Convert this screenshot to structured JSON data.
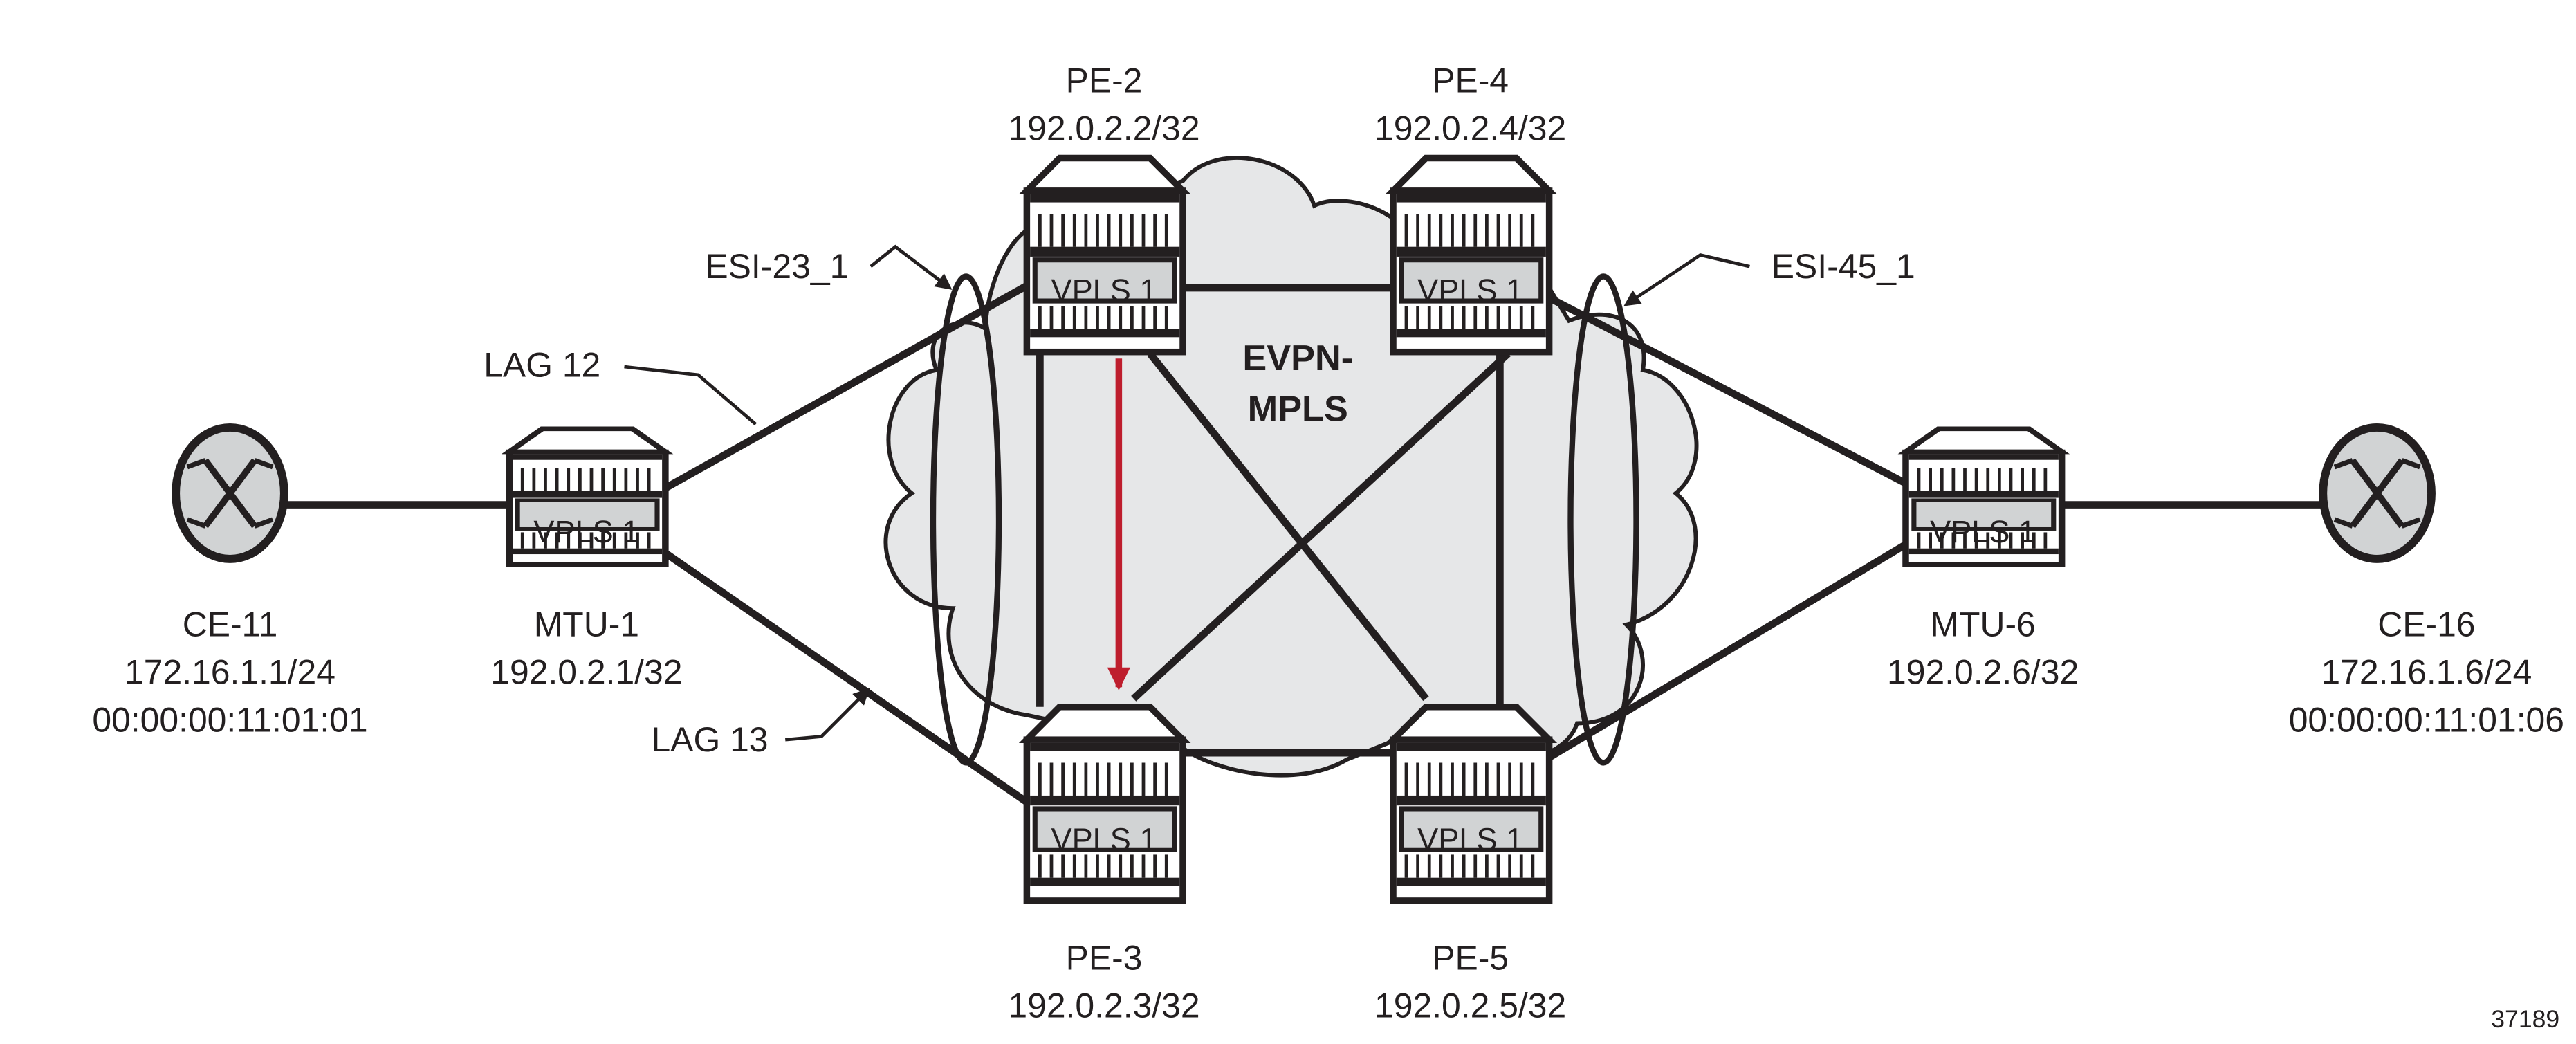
{
  "colors": {
    "cloud": "#e6e7e8",
    "line": "#231f20",
    "arrow": "#be1e2d",
    "vpls_box": "#d1d3d4"
  },
  "cloud_label": [
    "EVPN-",
    "MPLS"
  ],
  "service_label": "VPLS 1",
  "nodes": {
    "ce11": {
      "name": "CE-11",
      "ip": "172.16.1.1/24",
      "mac": "00:00:00:11:01:01"
    },
    "mtu1": {
      "name": "MTU-1",
      "ip": "192.0.2.1/32"
    },
    "pe2": {
      "name": "PE-2",
      "ip": "192.0.2.2/32"
    },
    "pe3": {
      "name": "PE-3",
      "ip": "192.0.2.3/32"
    },
    "pe4": {
      "name": "PE-4",
      "ip": "192.0.2.4/32"
    },
    "pe5": {
      "name": "PE-5",
      "ip": "192.0.2.5/32"
    },
    "mtu6": {
      "name": "MTU-6",
      "ip": "192.0.2.6/32"
    },
    "ce16": {
      "name": "CE-16",
      "ip": "172.16.1.6/24",
      "mac": "00:00:00:11:01:06"
    }
  },
  "callouts": {
    "esi23": "ESI-23_1",
    "esi45": "ESI-45_1",
    "lag12": "LAG 12",
    "lag13": "LAG 13"
  },
  "figure_id": "37189"
}
